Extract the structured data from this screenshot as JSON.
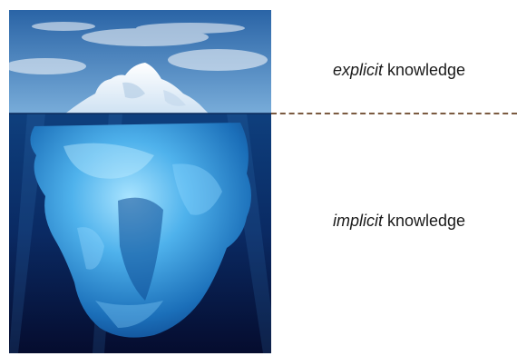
{
  "labels": {
    "explicit": {
      "emphasis": "explicit",
      "rest": " knowledge"
    },
    "implicit": {
      "emphasis": "implicit",
      "rest": " knowledge"
    }
  },
  "colors": {
    "sky_top": "#2c6fb3",
    "sky_bottom": "#6fa6d8",
    "water_top": "#0d3d7a",
    "water_bottom": "#050f33",
    "ice_above": "#f4f8fc",
    "ice_below": "#4aa8e6",
    "divider": "#7a5a40"
  }
}
